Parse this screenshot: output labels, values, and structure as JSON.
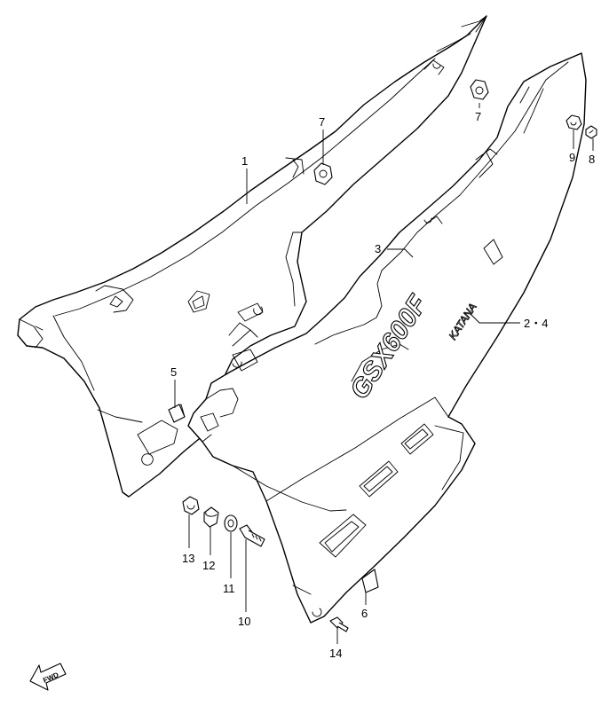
{
  "callouts": [
    {
      "id": "1",
      "label": "1"
    },
    {
      "id": "2-4",
      "label": "2・4"
    },
    {
      "id": "3",
      "label": "3"
    },
    {
      "id": "5",
      "label": "5"
    },
    {
      "id": "6",
      "label": "6"
    },
    {
      "id": "7a",
      "label": "7"
    },
    {
      "id": "7b",
      "label": "7"
    },
    {
      "id": "8",
      "label": "8"
    },
    {
      "id": "9",
      "label": "9"
    },
    {
      "id": "10",
      "label": "10"
    },
    {
      "id": "11",
      "label": "11"
    },
    {
      "id": "12",
      "label": "12"
    },
    {
      "id": "13",
      "label": "13"
    },
    {
      "id": "14",
      "label": "14"
    }
  ],
  "emblem": {
    "model": "GSX600F",
    "sub": "KATANA"
  },
  "direction": {
    "label": "FWD"
  }
}
